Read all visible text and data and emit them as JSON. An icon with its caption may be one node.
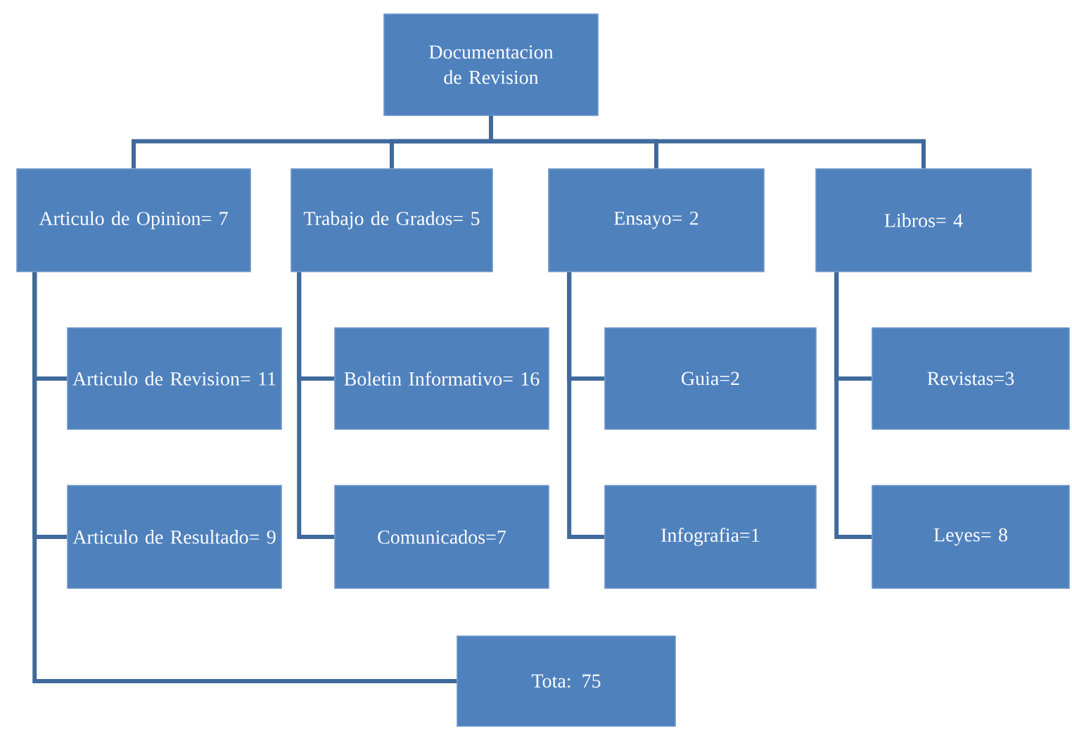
{
  "diagram": {
    "nodes": [
      {
        "text": [
          "Documentacion de Revision"
        ]
      },
      {
        "text": [
          "Articulo de Opinion= 7"
        ]
      },
      {
        "text": [
          "Trabajo de Grados= 5"
        ]
      },
      {
        "text": [
          "Ensayo= 2"
        ]
      },
      {
        "text": [
          "Libros= 4"
        ]
      },
      {
        "text": [
          "Articulo de Revision= 11"
        ]
      },
      {
        "text": [
          "Articulo de Resultado= 9"
        ]
      },
      {
        "text": [
          "Boletin Informativo= 16"
        ]
      },
      {
        "text": [
          "Comunicados=7"
        ]
      },
      {
        "text": [
          "Guia=2"
        ]
      },
      {
        "text": [
          "Infografia=1"
        ]
      },
      {
        "text": [
          "Revistas=3"
        ]
      },
      {
        "text": [
          "Leyes= 8"
        ]
      },
      {
        "text": [
          "Tota: 75"
        ]
      }
    ],
    "edges": [
      {
        "from": 0,
        "to": 1,
        "arrow": "none"
      },
      {
        "from": 0,
        "to": 2,
        "arrow": "none"
      },
      {
        "from": 0,
        "to": 3,
        "arrow": "none"
      },
      {
        "from": 0,
        "to": 4,
        "arrow": "none"
      },
      {
        "from": 1,
        "to": 5,
        "arrow": "none"
      },
      {
        "from": 1,
        "to": 6,
        "arrow": "none"
      },
      {
        "from": 1,
        "to": 13,
        "arrow": "none"
      },
      {
        "from": 2,
        "to": 7,
        "arrow": "none"
      },
      {
        "from": 2,
        "to": 8,
        "arrow": "none"
      },
      {
        "from": 3,
        "to": 9,
        "arrow": "none"
      },
      {
        "from": 3,
        "to": 10,
        "arrow": "none"
      },
      {
        "from": 4,
        "to": 11,
        "arrow": "none"
      },
      {
        "from": 4,
        "to": 12,
        "arrow": "none"
      }
    ]
  }
}
